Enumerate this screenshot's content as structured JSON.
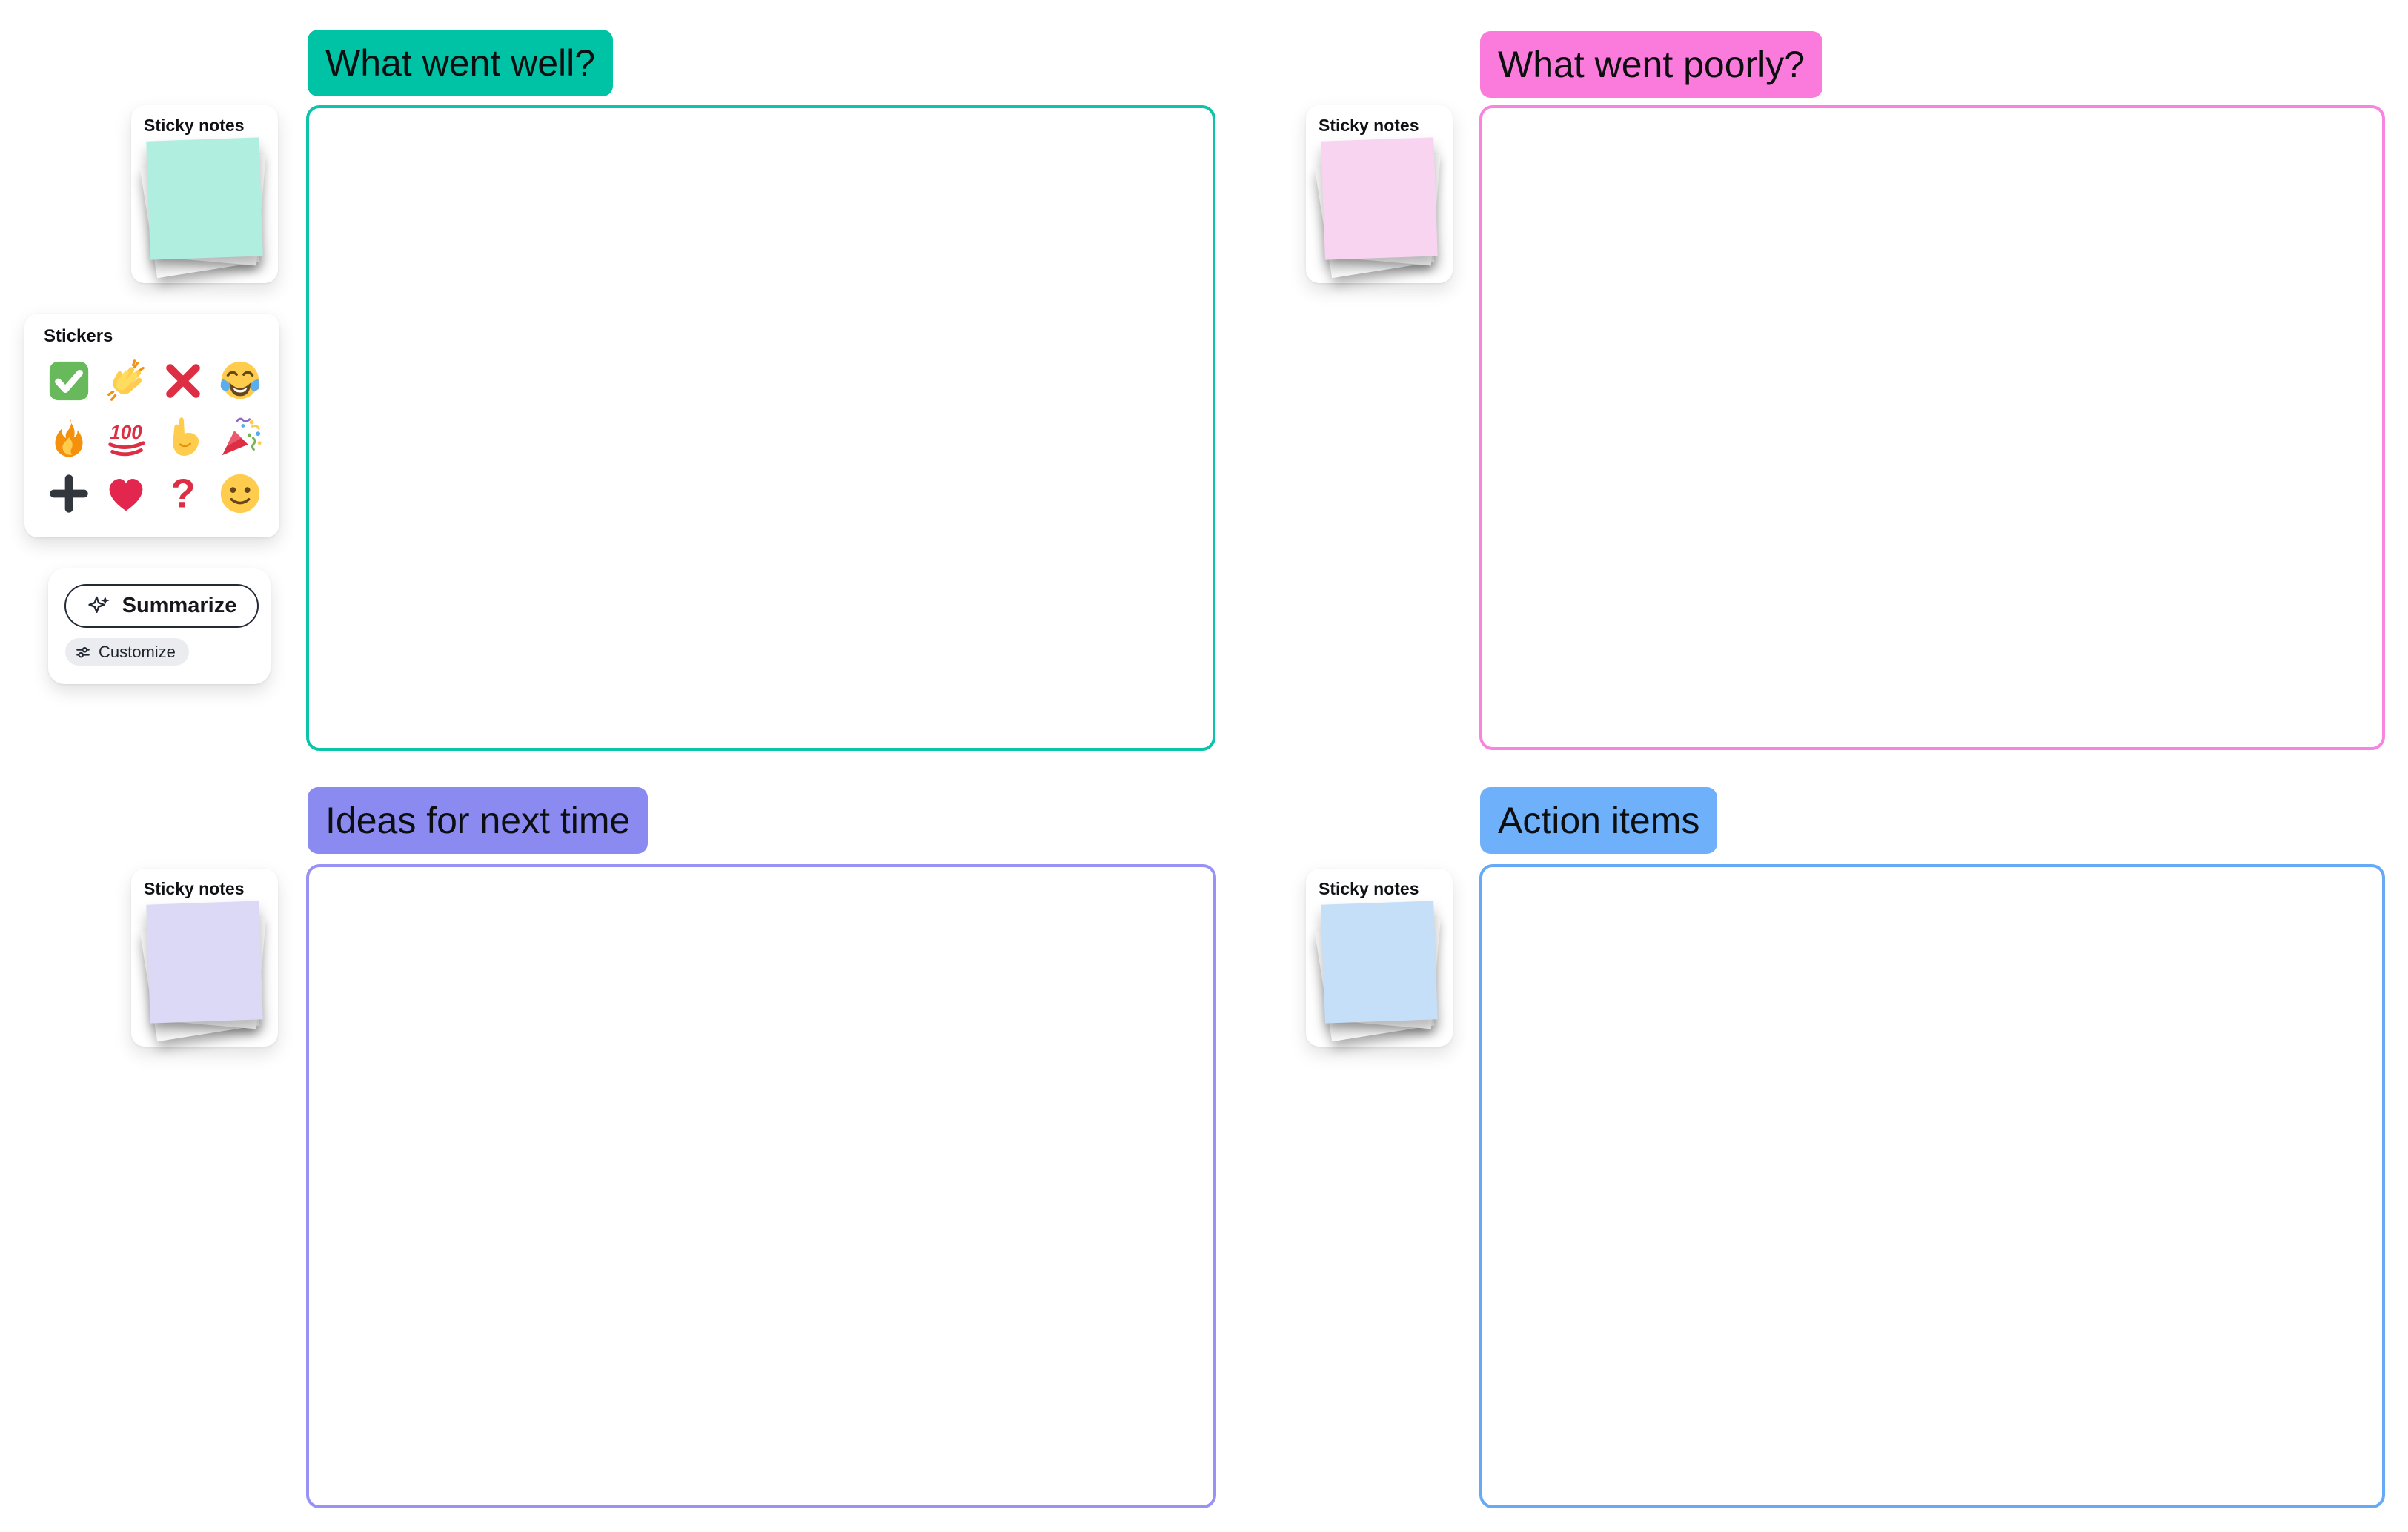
{
  "canvas": {
    "background": "#ffffff"
  },
  "sections": [
    {
      "id": "went-well",
      "title": "What went well?",
      "header_bg": "#00c2a4",
      "border_color": "#0bc4aa",
      "sticky_panel": {
        "label": "Sticky notes",
        "note_color": "#b0efe0"
      }
    },
    {
      "id": "went-poorly",
      "title": "What went poorly?",
      "header_bg": "#fa7bdb",
      "border_color": "#f884df",
      "sticky_panel": {
        "label": "Sticky notes",
        "note_color": "#f8d4f1"
      }
    },
    {
      "id": "ideas-next-time",
      "title": "Ideas for next time",
      "header_bg": "#8a8af1",
      "border_color": "#9792f3",
      "sticky_panel": {
        "label": "Sticky notes",
        "note_color": "#dbd9f6"
      }
    },
    {
      "id": "action-items",
      "title": "Action items",
      "header_bg": "#6eb0fa",
      "border_color": "#66aaf7",
      "sticky_panel": {
        "label": "Sticky notes",
        "note_color": "#c5dff8"
      }
    }
  ],
  "stickers_panel": {
    "title": "Stickers",
    "items": [
      {
        "name": "check-mark-button",
        "emoji": "✅"
      },
      {
        "name": "clapping-hands",
        "emoji": "👏"
      },
      {
        "name": "cross-mark",
        "emoji": "❌"
      },
      {
        "name": "face-with-tears-of-joy",
        "emoji": "😂"
      },
      {
        "name": "fire",
        "emoji": "🔥"
      },
      {
        "name": "hundred-points",
        "emoji": "💯"
      },
      {
        "name": "index-pointing-up",
        "emoji": "☝️"
      },
      {
        "name": "party-popper",
        "emoji": "🎉"
      },
      {
        "name": "plus",
        "emoji": "➕"
      },
      {
        "name": "red-heart",
        "emoji": "❤️"
      },
      {
        "name": "red-question-mark",
        "emoji": "❓"
      },
      {
        "name": "slightly-smiling-face",
        "emoji": "🙂"
      }
    ]
  },
  "ai_panel": {
    "summarize_label": "Summarize",
    "summarize_icon": "sparkle-icon",
    "customize_label": "Customize",
    "customize_icon": "sliders-icon"
  }
}
